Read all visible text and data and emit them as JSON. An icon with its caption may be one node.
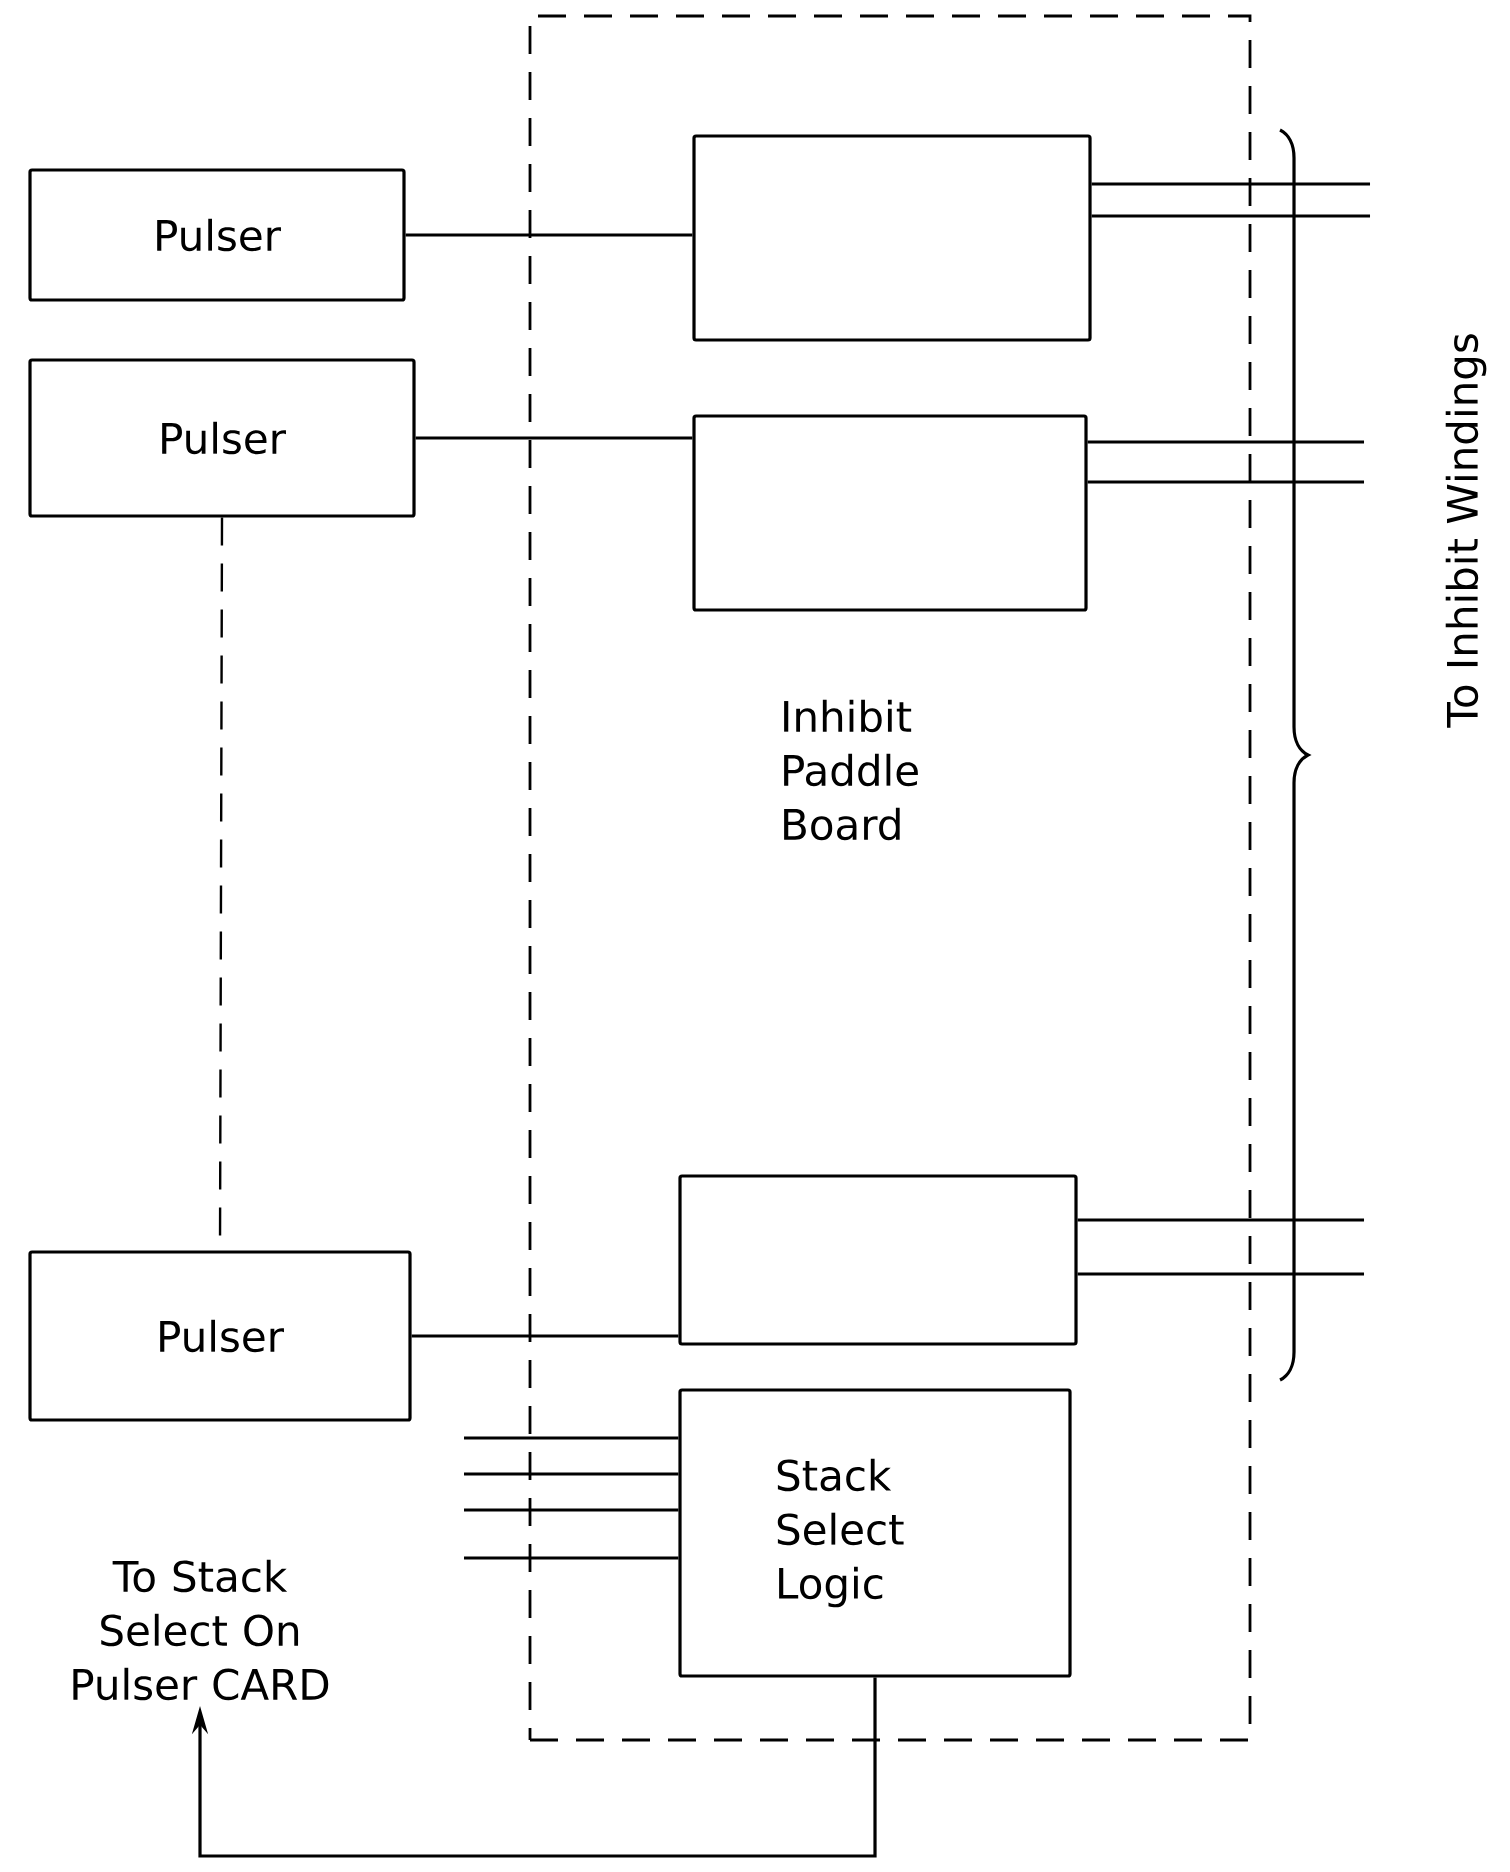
{
  "diagram": {
    "nodes": [
      {
        "text": [
          "Inhibit Paddle Board"
        ]
      },
      {
        "text": [],
        "shape": "box",
        "in": 0
      },
      {
        "text": [],
        "shape": "box",
        "in": 0
      },
      {
        "text": [],
        "shape": "box",
        "in": 0
      },
      {
        "text": [
          "Stack Select Logic"
        ],
        "in": 0
      },
      {
        "text": [
          "Pulser"
        ]
      },
      {
        "text": [
          "Pulser"
        ]
      },
      {
        "text": [
          "Pulser"
        ]
      },
      {
        "text": [
          "To Stack Select On Pulser CARD"
        ]
      }
    ],
    "edges": [
      {
        "from": 5,
        "to": 1,
        "arrow": "none"
      },
      {
        "from": 6,
        "to": 2,
        "arrow": "none"
      },
      {
        "from": 6,
        "to": 7,
        "arrow": "none",
        "style": "dashed"
      },
      {
        "from": 7,
        "to": 3,
        "arrow": "none"
      },
      {
        "from": 4,
        "to": 8,
        "arrow": "to"
      },
      {
        "from": 1,
        "to": null,
        "arrow": "none"
      },
      {
        "from": 1,
        "to": null,
        "arrow": "none"
      },
      {
        "from": 2,
        "to": null,
        "arrow": "none"
      },
      {
        "from": 2,
        "to": null,
        "arrow": "none"
      },
      {
        "from": 3,
        "to": null,
        "arrow": "none"
      },
      {
        "from": 3,
        "to": null,
        "arrow": "none"
      },
      {
        "from": 4,
        "to": null,
        "arrow": "none"
      },
      {
        "from": 4,
        "to": null,
        "arrow": "none"
      },
      {
        "from": 4,
        "to": null,
        "arrow": "none"
      },
      {
        "from": 4,
        "to": null,
        "arrow": "none"
      }
    ],
    "labels": [
      "To Inhibit Windings"
    ]
  }
}
